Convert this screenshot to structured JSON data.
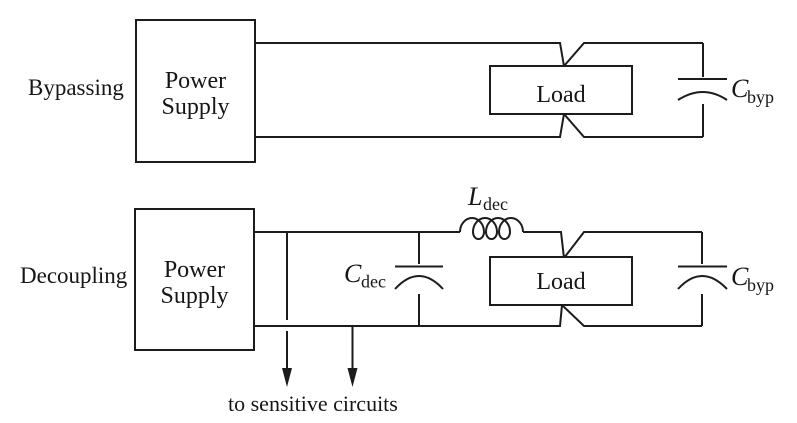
{
  "diagram": {
    "rows": {
      "bypassing": {
        "label": "Bypassing"
      },
      "decoupling": {
        "label": "Decoupling"
      }
    },
    "blocks": {
      "power_supply": {
        "line1": "Power",
        "line2": "Supply"
      },
      "load": {
        "label": "Load"
      }
    },
    "components": {
      "c_byp": {
        "base": "C",
        "sub": "byp"
      },
      "c_dec": {
        "base": "C",
        "sub": "dec"
      },
      "l_dec": {
        "base": "L",
        "sub": "dec"
      }
    },
    "annotations": {
      "sensitive": "to sensitive circuits"
    },
    "colors": {
      "line": "#1c1c1c",
      "text": "#161616",
      "background": "#ffffff"
    }
  }
}
